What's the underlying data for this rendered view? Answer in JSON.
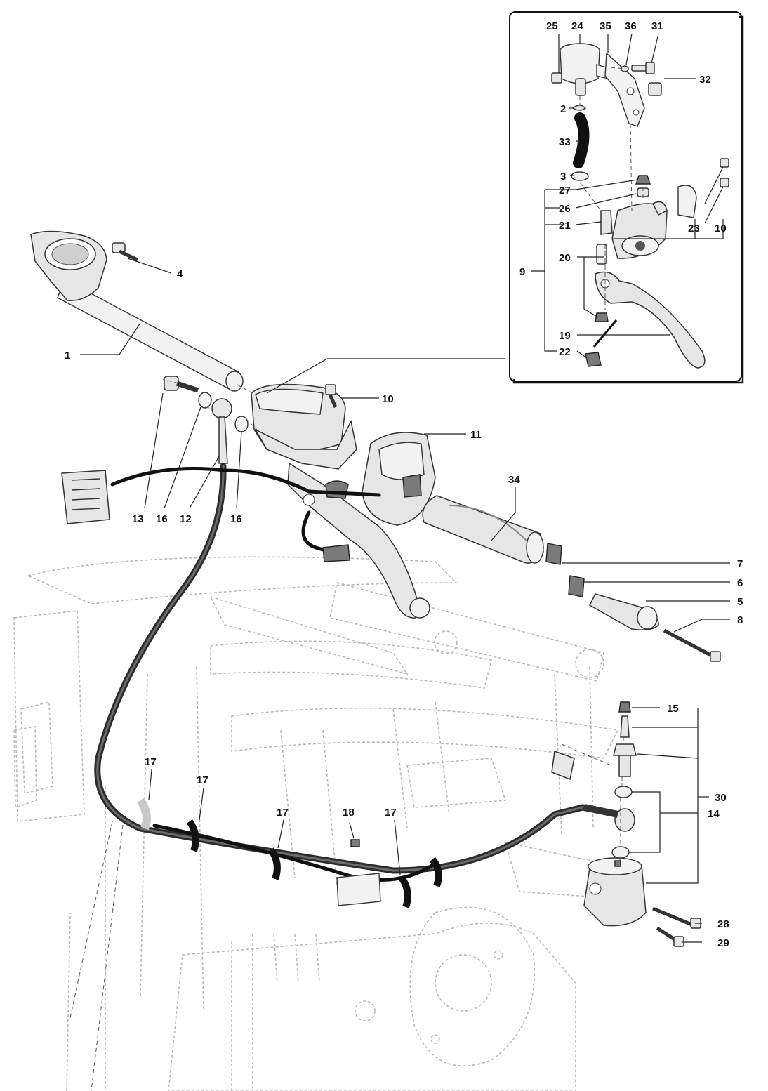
{
  "callouts": [
    "1",
    "2",
    "3",
    "4",
    "5",
    "6",
    "7",
    "8",
    "9",
    "10",
    "10",
    "11",
    "12",
    "13",
    "14",
    "15",
    "16",
    "16",
    "17",
    "17",
    "17",
    "17",
    "18",
    "19",
    "20",
    "21",
    "22",
    "23",
    "24",
    "25",
    "26",
    "27",
    "28",
    "29",
    "30",
    "31",
    "32",
    "33",
    "34",
    "35",
    "36"
  ],
  "colors": {
    "line": "#222222",
    "frame": "#b9b9b9",
    "part": "#e6e6e6",
    "hose": "#2c2c2c"
  }
}
